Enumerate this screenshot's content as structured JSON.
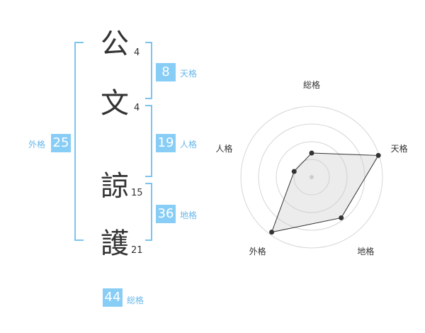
{
  "name": {
    "chars": [
      {
        "char": "公",
        "strokes": "4"
      },
      {
        "char": "文",
        "strokes": "4"
      },
      {
        "char": "諒",
        "strokes": "15"
      },
      {
        "char": "護",
        "strokes": "21"
      }
    ]
  },
  "fortune": {
    "tenkaku": {
      "value": "8",
      "label": "天格"
    },
    "jinkaku": {
      "value": "19",
      "label": "人格"
    },
    "chikaku": {
      "value": "36",
      "label": "地格"
    },
    "gaikaku": {
      "value": "25",
      "label": "外格"
    },
    "soukaku": {
      "value": "44",
      "label": "総格"
    }
  },
  "colors": {
    "accent": "#88cdf6",
    "bracket": "#7cc4f0",
    "label": "#6ab8ea"
  },
  "chart_data": {
    "type": "radar",
    "axes": [
      "総格",
      "天格",
      "地格",
      "外格",
      "人格"
    ],
    "values": [
      0.34,
      0.99,
      0.71,
      0.96,
      0.26
    ],
    "scale_max": 1,
    "rings": 4
  }
}
